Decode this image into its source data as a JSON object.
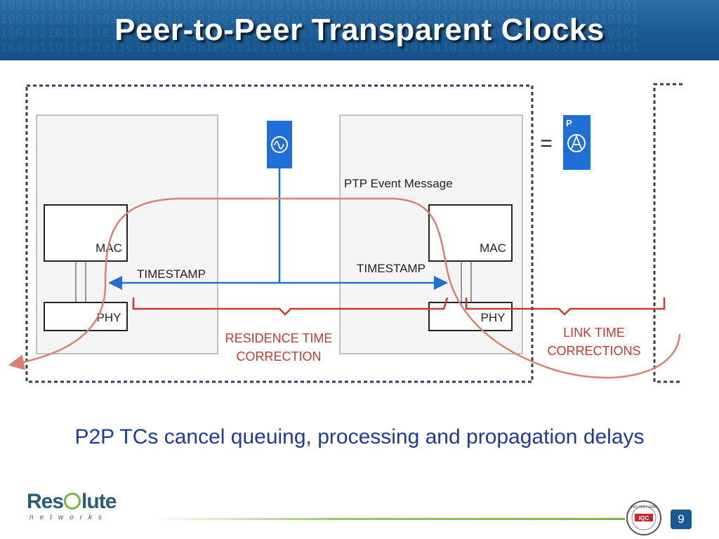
{
  "slide": {
    "title": "Peer-to-Peer Transparent Clocks",
    "caption": "P2P TCs cancel queuing, processing and propagation delays",
    "page_number": "9",
    "binary_pattern": "100101101101101101010101001001010110101100101010010101101011010010101001011010101"
  },
  "diagram": {
    "left_mac": "MAC",
    "left_phy": "PHY",
    "right_mac": "MAC",
    "right_phy": "PHY",
    "timestamp_left": "TIMESTAMP",
    "timestamp_right": "TIMESTAMP",
    "ptp_event_message": "PTP Event Message",
    "residence_line1": "RESIDENCE TIME",
    "residence_line2": "CORRECTION",
    "link_line1": "LINK TIME",
    "link_line2": "CORRECTIONS",
    "equals": "=",
    "p_label": "P",
    "colors": {
      "blue": "#1f6fd6",
      "red": "#c83a2e",
      "curve": "#d98073",
      "dash": "#2c3e66"
    }
  },
  "footer": {
    "logo_main_left": "Res",
    "logo_main_right": "lute",
    "logo_sub": "networks",
    "iso_text": "ISO 9001:2000",
    "iqc": "IQC"
  }
}
